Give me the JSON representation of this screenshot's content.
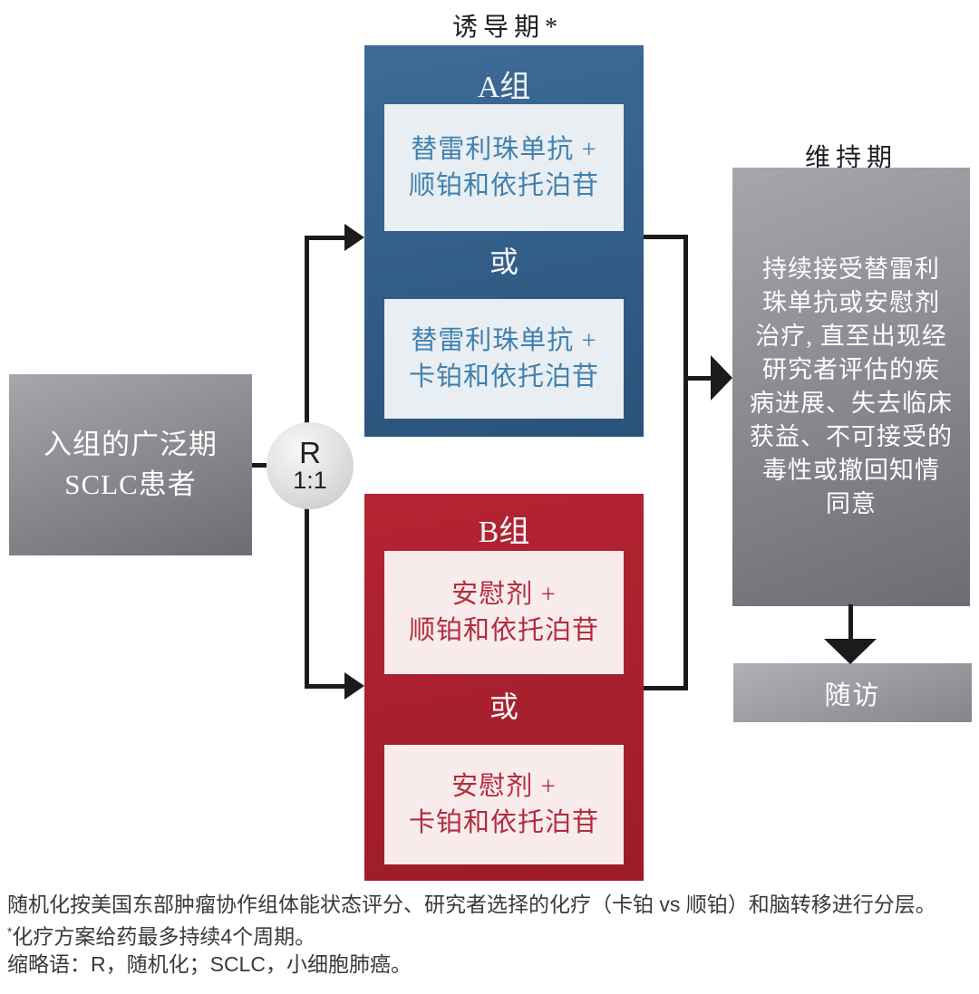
{
  "diagram": {
    "induction_title": "诱导期*",
    "maintenance_title": "维持期",
    "patient_box": "入组的广泛期\nSCLC患者",
    "randomization": {
      "r": "R",
      "ratio": "1:1"
    },
    "group_a": {
      "label": "A组",
      "arm1": "替雷利珠单抗 +\n顺铂和依托泊苷",
      "or": "或",
      "arm2": "替雷利珠单抗 +\n卡铂和依托泊苷"
    },
    "group_b": {
      "label": "B组",
      "arm1": "安慰剂 +\n顺铂和依托泊苷",
      "or": "或",
      "arm2": "安慰剂 +\n卡铂和依托泊苷"
    },
    "maintenance_box": "持续接受替雷利\n珠单抗或安慰剂\n治疗, 直至出现经\n研究者评估的疾\n病进展、失去临床\n获益、不可接受的\n毒性或撤回知情\n同意",
    "followup_box": "随访"
  },
  "footnotes": {
    "line1": "随机化按美国东部肿瘤协作组体能状态评分、研究者选择的化疗（卡铂 vs 顺铂）和脑转移进行分层。",
    "line2_sup": "*",
    "line2": "化疗方案给药最多持续4个周期。",
    "line3": "缩略语：R，随机化；SCLC，小细胞肺癌。"
  },
  "colors": {
    "group_a_blue": "#2f5d88",
    "group_a_arm_text": "#3f81b0",
    "group_b_red": "#a91e2c",
    "group_b_arm_text": "#b32c3d",
    "gray_box": "#87878d",
    "connector_black": "#1b1b1b"
  }
}
